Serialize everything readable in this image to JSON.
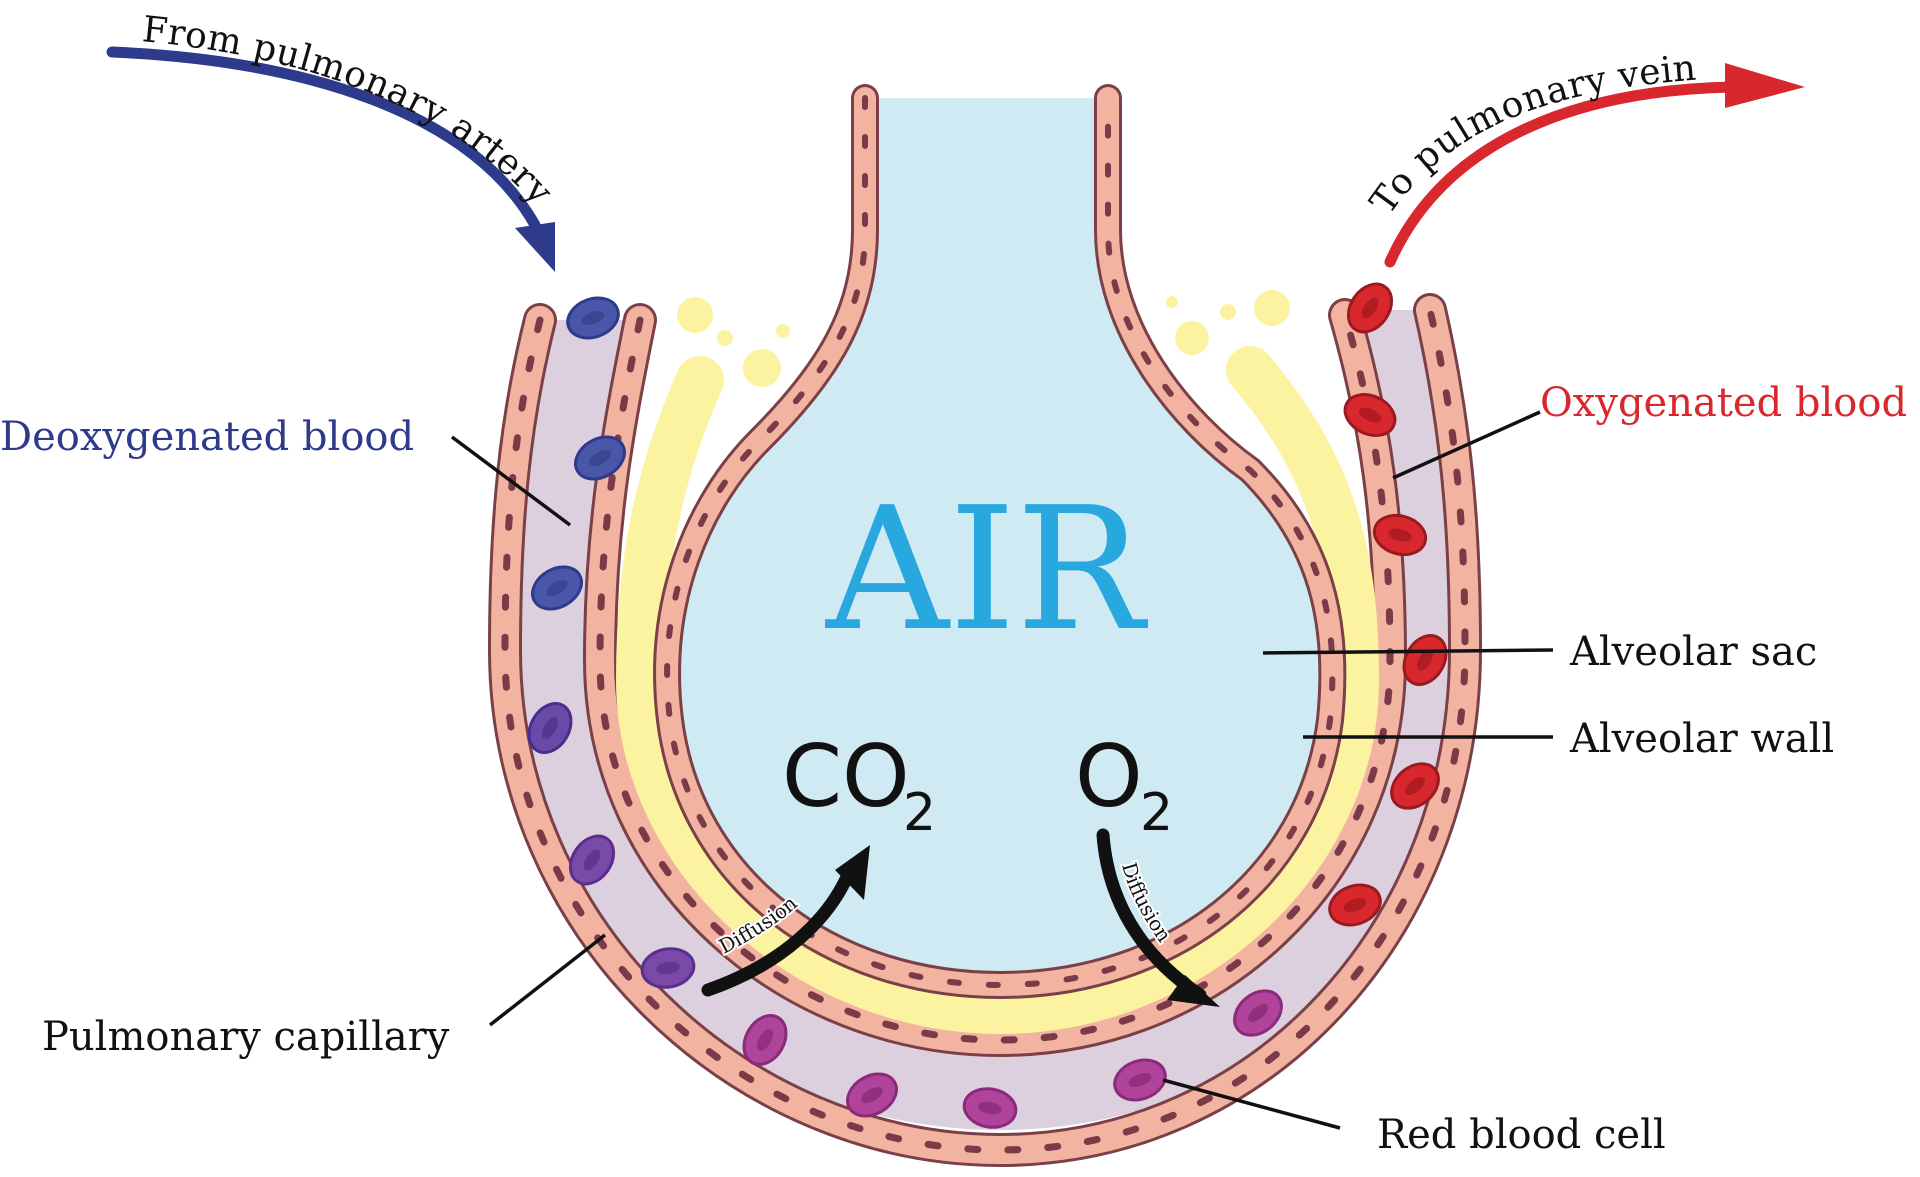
{
  "title": "Alveolar gas exchange diagram",
  "colors": {
    "air": "#cfeaf2",
    "air_text": "#29a8df",
    "wall": "#f2b3a0",
    "wall_stroke": "#7a4047",
    "nucleus": "#7a3a48",
    "capillary": "#ddd0de",
    "surfactant": "#fbf3a0",
    "deoxy_blue": "#4a56a8",
    "oxy_red": "#d8282e",
    "mixed_purple": "#7a4aa8",
    "transition_magenta": "#b0449a"
  },
  "labels": {
    "air": "AIR",
    "co2_main": "CO",
    "co2_sub": "2",
    "o2_main": "O",
    "o2_sub": "2",
    "diffusion_left": "Diffusion",
    "diffusion_right": "Diffusion",
    "from_artery": "From pulmonary artery",
    "to_vein": "To pulmonary vein",
    "deoxygenated": "Deoxygenated blood",
    "oxygenated": "Oxygenated blood",
    "alveolar_sac": "Alveolar sac",
    "alveolar_wall": "Alveolar wall",
    "pulmonary_capillary": "Pulmonary capillary",
    "red_blood_cell": "Red blood cell"
  }
}
